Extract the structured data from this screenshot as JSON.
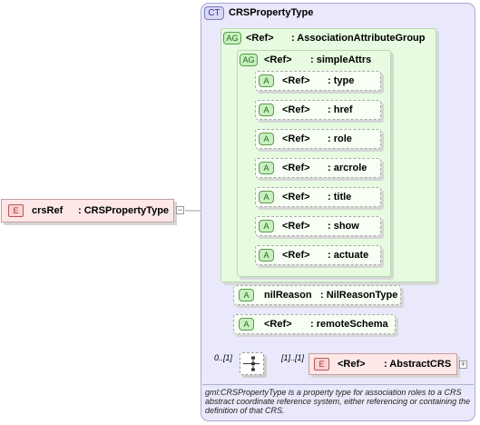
{
  "complex_type": {
    "badge": "CT",
    "name": "CRSPropertyType",
    "description": "gml:CRSPropertyType is a property type for association roles to a CRS abstract coordinate reference system, either referencing or containing the definition of that CRS."
  },
  "root_element": {
    "badge": "E",
    "name": "crsRef",
    "type": ": CRSPropertyType"
  },
  "association_group": {
    "badge": "AG",
    "ref": "<Ref>",
    "name": ": AssociationAttributeGroup"
  },
  "simple_attrs_group": {
    "badge": "AG",
    "ref": "<Ref>",
    "name": ": simpleAttrs"
  },
  "simple_attrs": [
    {
      "badge": "A",
      "ref": "<Ref>",
      "name": ": type"
    },
    {
      "badge": "A",
      "ref": "<Ref>",
      "name": ": href"
    },
    {
      "badge": "A",
      "ref": "<Ref>",
      "name": ": role"
    },
    {
      "badge": "A",
      "ref": "<Ref>",
      "name": ": arcrole"
    },
    {
      "badge": "A",
      "ref": "<Ref>",
      "name": ": title"
    },
    {
      "badge": "A",
      "ref": "<Ref>",
      "name": ": show"
    },
    {
      "badge": "A",
      "ref": "<Ref>",
      "name": ": actuate"
    }
  ],
  "nil_reason": {
    "badge": "A",
    "name": "nilReason",
    "type": ": NilReasonType"
  },
  "remote_schema": {
    "badge": "A",
    "ref": "<Ref>",
    "name": ": remoteSchema"
  },
  "sequence": {
    "occurrence": "0..[1]"
  },
  "abstract_crs": {
    "badge": "E",
    "occurrence": "[1]..[1]",
    "ref": "<Ref>",
    "name": ": AbstractCRS"
  },
  "colors": {
    "complex_type_bg": "#e9e9fb",
    "group_bg": "#e6fbe0",
    "element_bg": "#fde7e7"
  }
}
